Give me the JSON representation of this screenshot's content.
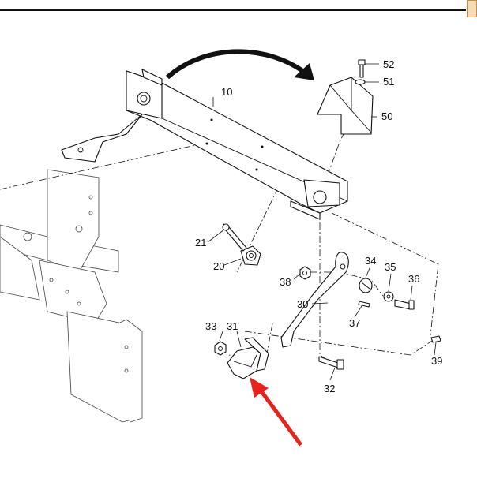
{
  "callouts": {
    "c10": "10",
    "c20": "20",
    "c21": "21",
    "c30": "30",
    "c31": "31",
    "c32": "32",
    "c33": "33",
    "c34": "34",
    "c35": "35",
    "c36": "36",
    "c37": "37",
    "c38": "38",
    "c39": "39",
    "c50": "50",
    "c51": "51",
    "c52": "52"
  },
  "colors": {
    "line": "#111111",
    "highlight_arrow": "#e8231c",
    "corner_tab_fill": "#f4dcb8",
    "corner_tab_border": "#c98c3a"
  },
  "icons": {
    "move_arrow": "curved-arrow-icon",
    "pointer": "red-arrow-icon"
  }
}
